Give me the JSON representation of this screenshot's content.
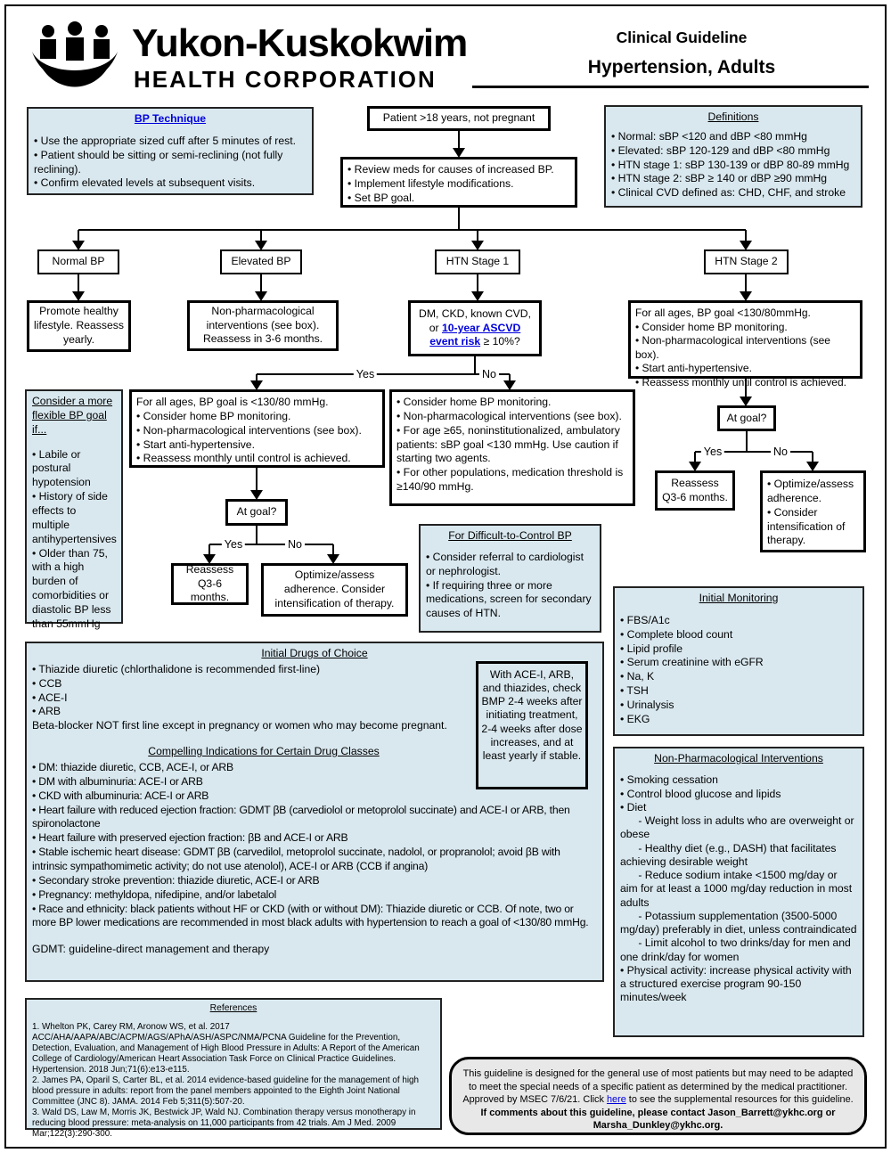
{
  "header": {
    "org_name": "Yukon-Kuskokwim",
    "org_subtitle": "HEALTH CORPORATION",
    "doc_type": "Clinical Guideline",
    "doc_title": "Hypertension, Adults"
  },
  "labels": {
    "yes": "Yes",
    "no": "No"
  },
  "bp_technique": {
    "title": "BP Technique",
    "items": [
      "• Use the appropriate sized cuff after 5 minutes of rest.",
      "• Patient should be sitting or semi-reclining (not fully reclining).",
      "• Confirm elevated levels at subsequent visits."
    ]
  },
  "patient": {
    "text": "Patient >18 years, not pregnant"
  },
  "review": {
    "items": [
      "• Review meds for causes of increased BP.",
      "• Implement lifestyle modifications.",
      "• Set BP goal."
    ]
  },
  "definitions": {
    "title": "Definitions",
    "items": [
      "• Normal: sBP <120 and dBP <80 mmHg",
      "• Elevated: sBP 120-129 and dBP <80 mmHg",
      "• HTN stage 1: sBP 130-139 or dBP 80-89 mmHg",
      "• HTN stage 2: sBP ≥ 140 or dBP ≥90 mmHg",
      "• Clinical CVD defined as: CHD, CHF, and stroke"
    ]
  },
  "categories": {
    "normal": "Normal BP",
    "elevated": "Elevated BP",
    "stage1": "HTN Stage 1",
    "stage2": "HTN Stage 2"
  },
  "promote": {
    "text": "Promote healthy lifestyle. Reassess yearly."
  },
  "nonpharm_small": {
    "text": "Non-pharmacological interventions (see box). Reassess in 3-6 months."
  },
  "dm_decision": {
    "pre": "DM, CKD, known CVD, or ",
    "link": "10-year ASCVD event risk",
    "post": " ≥ 10%?"
  },
  "htn2_plan": {
    "items": [
      "For all ages, BP goal <130/80mmHg.",
      "• Consider home BP monitoring.",
      "• Non-pharmacological interventions (see box).",
      "• Start anti-hypertensive.",
      "• Reassess monthly until control is achieved."
    ]
  },
  "flexible_goal": {
    "title": "Consider a more flexible BP goal if...",
    "items": [
      "• Labile or postural hypotension",
      "• History of side effects to multiple antihypertensives",
      "• Older than 75, with a high burden of comorbidities or diastolic BP less than 55mmHg"
    ]
  },
  "yes_plan": {
    "items": [
      "For all ages, BP goal is <130/80 mmHg.",
      "• Consider home BP monitoring.",
      "• Non-pharmacological interventions (see box).",
      "• Start anti-hypertensive.",
      "• Reassess monthly until control is achieved."
    ]
  },
  "no_plan": {
    "items": [
      "• Consider home BP monitoring.",
      "• Non-pharmacological interventions (see box).",
      "• For age ≥65, noninstitutionalized, ambulatory patients: sBP goal <130 mmHg. Use caution if starting two agents.",
      "• For other populations, medication threshold is ≥140/90 mmHg."
    ]
  },
  "at_goal": {
    "text": "At goal?"
  },
  "reassess": {
    "text": "Reassess Q3-6 months."
  },
  "optimize_left": {
    "text": "Optimize/assess adherence. Consider intensification of therapy."
  },
  "optimize_right": {
    "items": [
      "• Optimize/assess adherence.",
      "• Consider intensification of therapy."
    ]
  },
  "difficult_bp": {
    "title": "For Difficult-to-Control BP",
    "items": [
      "• Consider referral to cardiologist or nephrologist.",
      "• If requiring three or more medications, screen for secondary causes of HTN."
    ]
  },
  "monitoring": {
    "title": "Initial Monitoring",
    "items": [
      "• FBS/A1c",
      "• Complete blood count",
      "• Lipid profile",
      "• Serum creatinine with eGFR",
      "• Na, K",
      "• TSH",
      "• Urinalysis",
      "• EKG"
    ]
  },
  "drugs": {
    "title": "Initial Drugs of Choice",
    "items": [
      "• Thiazide diuretic (chlorthalidone is recommended first-line)",
      "• CCB",
      "• ACE-I",
      "• ARB",
      "Beta-blocker NOT first line except in pregnancy or women who may become pregnant."
    ],
    "subtitle": "Compelling Indications for Certain Drug Classes",
    "items2": [
      "• DM: thiazide diuretic, CCB, ACE-I, or ARB",
      "• DM with albuminuria: ACE-I or ARB",
      "• CKD with albuminuria: ACE-I or ARB",
      "• Heart failure with reduced ejection fraction: GDMT βB (carvediolol or metoprolol succinate) and ACE-I or ARB, then spironolactone",
      "• Heart failure with preserved ejection fraction: βB and ACE-I or ARB",
      "• Stable ischemic heart disease: GDMT βB (carvedilol, metoprolol succinate, nadolol, or propranolol; avoid βB with intrinsic sympathomimetic activity; do not use atenolol), ACE-I or ARB (CCB if angina)",
      "• Secondary stroke prevention: thiazide diuretic, ACE-I or ARB",
      "• Pregnancy: methyldopa, nifedipine, and/or labetalol",
      "• Race and ethnicity: black patients without HF or CKD (with or without DM): Thiazide diuretic or CCB. Of note, two or more BP lower medications are recommended in most black adults with hypertension to reach a goal of <130/80 mmHg."
    ],
    "footnote": "GDMT: guideline-direct management and therapy"
  },
  "bmp": {
    "text": "With ACE-I, ARB, and thiazides, check BMP 2-4 weeks after initiating treatment, 2-4 weeks after dose increases, and at least yearly if stable."
  },
  "nonpharm_big": {
    "title": "Non-Pharmacological Interventions",
    "items": [
      "• Smoking cessation",
      "• Control blood glucose and lipids",
      "• Diet",
      "      - Weight loss in adults who are overweight or obese",
      "      - Healthy diet (e.g., DASH) that facilitates achieving desirable weight",
      "      - Reduce sodium intake <1500 mg/day or aim for at least a 1000 mg/day reduction in most adults",
      "      - Potassium supplementation (3500-5000 mg/day) preferably in diet, unless contraindicated",
      "      - Limit alcohol to two drinks/day for men and one drink/day for women",
      "• Physical activity: increase physical activity with a structured exercise program 90-150 minutes/week"
    ]
  },
  "references": {
    "title": "References",
    "items": [
      "1. Whelton PK, Carey RM, Aronow WS, et al. 2017 ACC/AHA/AAPA/ABC/ACPM/AGS/APhA/ASH/ASPC/NMA/PCNA Guideline for the Prevention, Detection, Evaluation, and Management of High Blood Pressure in Adults: A Report of the American College of Cardiology/American Heart Association Task Force on Clinical Practice Guidelines. Hypertension. 2018 Jun;71(6):e13-e115.",
      "2. James PA, Oparil S, Carter BL, et al. 2014 evidence-based guideline for the management of high blood pressure in adults: report from the panel members appointed to the Eighth Joint National Committee (JNC 8). JAMA. 2014 Feb 5;311(5):507-20.",
      "3. Wald DS, Law M, Morris JK, Bestwick JP, Wald NJ. Combination therapy versus monotherapy in reducing blood pressure: meta-analysis on 11,000 participants from 42 trials. Am J Med. 2009 Mar;122(3):290-300."
    ]
  },
  "footer": {
    "pre": "This guideline is designed for the general use of most patients but may need to be adapted to meet the special needs of a specific patient as determined by the medical practitioner. Approved by MSEC 7/6/21. Click ",
    "link": "here",
    "post": " to see the supplemental resources for this guideline.",
    "bold": "If comments about this guideline, please contact Jason_Barrett@ykhc.org or Marsha_Dunkley@ykhc.org."
  }
}
